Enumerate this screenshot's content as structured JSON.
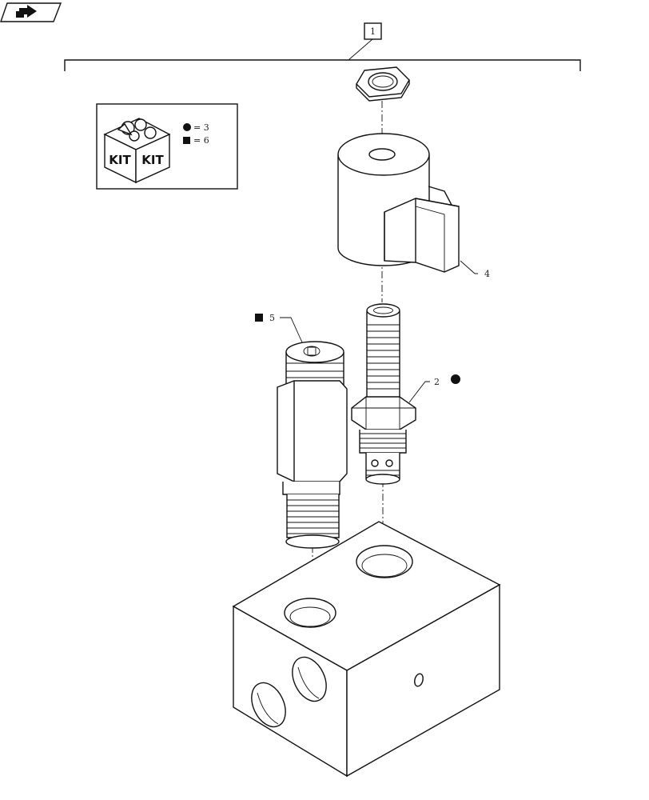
{
  "diagram": {
    "assembly_ref": "1",
    "legend": {
      "kit_label_left": "KIT",
      "kit_label_right": "KIT",
      "circle_qty_text": "= 3",
      "square_qty_text": "= 6"
    },
    "callouts": [
      {
        "id": "callout-2",
        "label": "2"
      },
      {
        "id": "callout-4",
        "label": "4"
      },
      {
        "id": "callout-5",
        "label": "5"
      }
    ]
  },
  "icons": {
    "nav_button": "arrow-right-icon",
    "kit_box": "kit-box-icon",
    "circle_marker": "filled-circle-marker",
    "square_marker": "filled-square-marker"
  }
}
